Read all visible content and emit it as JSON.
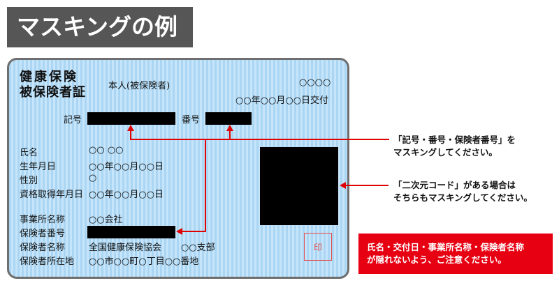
{
  "heading": "マスキングの例",
  "card": {
    "title_line1": "健康保険",
    "title_line2": "被保険者証",
    "holder": "本人(被保険者)",
    "circles": "○○○○",
    "issue_date": "○○年○○月○○日交付",
    "kigo_label": "記号",
    "bango_label": "番号",
    "fields": [
      {
        "label": "氏名",
        "value": "○○ ○○"
      },
      {
        "label": "生年月日",
        "value": "○○年○○月○○日"
      },
      {
        "label": "性別",
        "value": "○"
      },
      {
        "label": "資格取得年月日",
        "value": "○○年○○月○○日"
      }
    ],
    "office_label": "事業所名称",
    "office_value": "○○会社",
    "insurer_no_label": "保険者番号",
    "insurer_name_label": "保険者名称",
    "insurer_name_value": "全国健康保険協会",
    "branch": "○○支部",
    "address_label": "保険者所在地",
    "address_value": "○○市○○町○丁目○○番地",
    "stamp": "印"
  },
  "notes": {
    "note1_line1": "「記号・番号・保険者番号」を",
    "note1_line2": "マスキングしてください。",
    "note2_line1": "「二次元コード」がある場合は",
    "note2_line2": "そちらもマスキングしてください。"
  },
  "warning": {
    "line1": "氏名・交付日・事業所名称・保険者名称",
    "line2": "が隠れないよう、ご注意ください。"
  }
}
